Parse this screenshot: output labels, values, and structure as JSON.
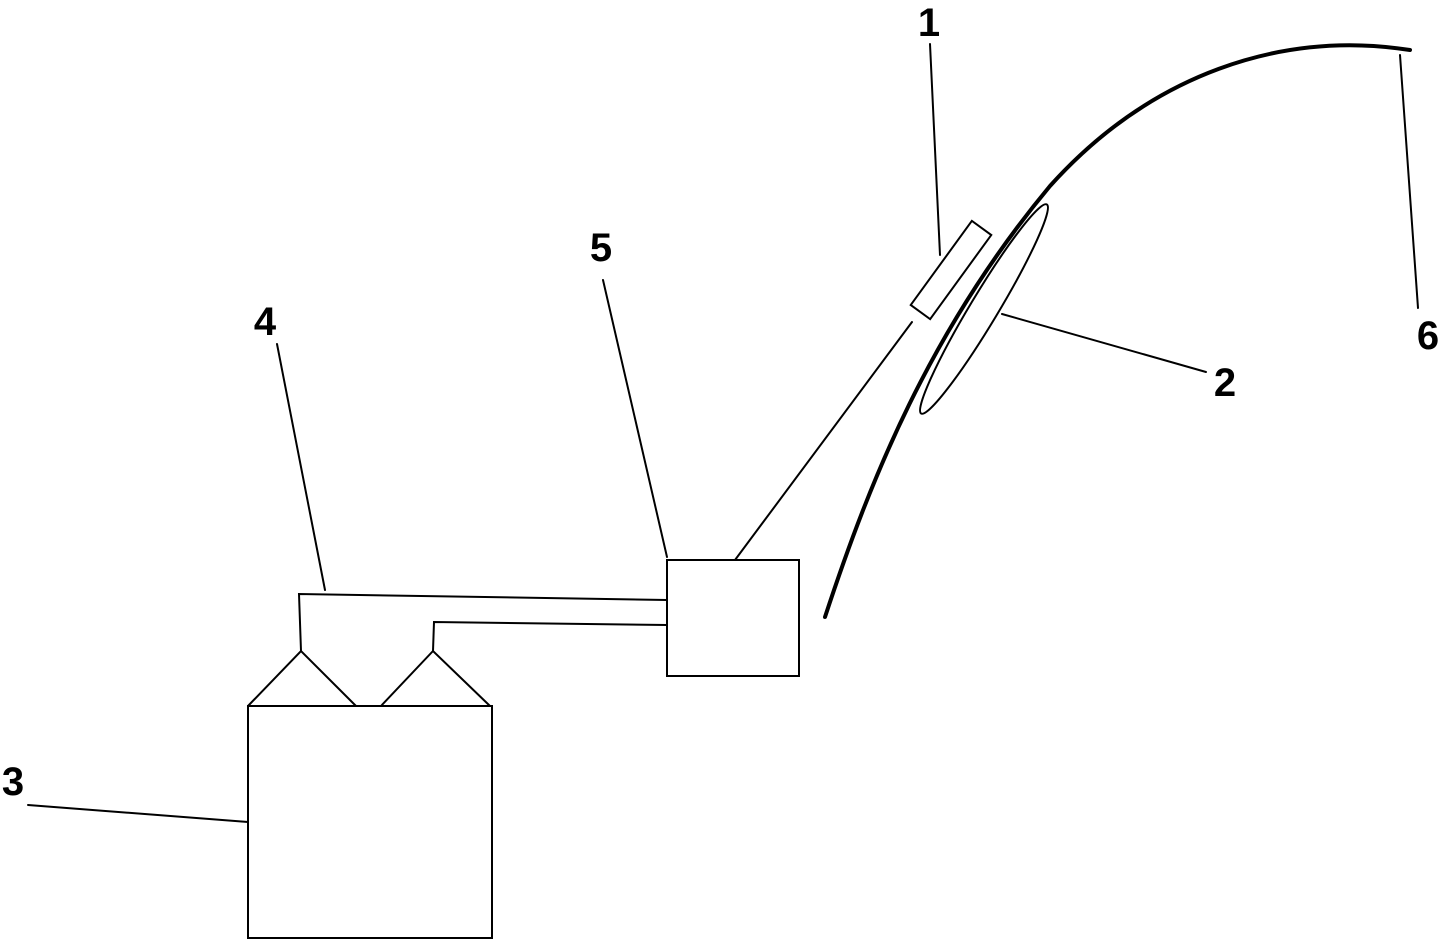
{
  "labels": {
    "part_1": "1",
    "part_2": "2",
    "part_3": "3",
    "part_4": "4",
    "part_5": "5",
    "part_6": "6"
  },
  "colors": {
    "stroke": "#000000",
    "background": "#ffffff"
  }
}
